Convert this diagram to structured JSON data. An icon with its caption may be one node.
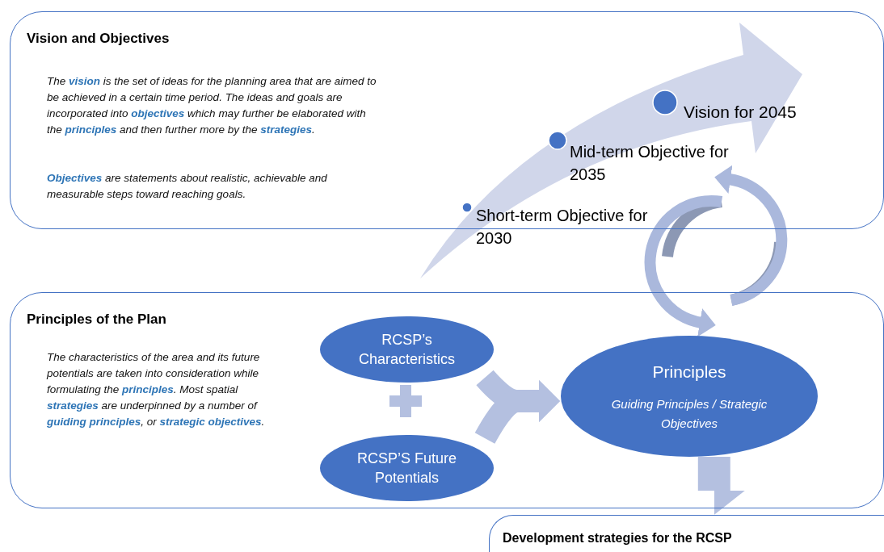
{
  "diagram": {
    "nodes": [
      {
        "text": [
          "Vision and Objectives",
          "The **vision** is the set of ideas for the planning area that are aimed to be achieved in a certain time period. The ideas and goals are incorporated into **objectives** which may further be elaborated with the **principles** and then further more by the **strategies**.",
          "**Objectives** are statements about realistic, achievable and measurable steps toward reaching goals."
        ]
      },
      {
        "text": [
          "Principles of the Plan",
          "The characteristics of the area and its future potentials are taken into consideration while formulating the **principles**. Most spatial **strategies** are underpinned by a number of **guiding principles**, or **strategic objectives**."
        ]
      },
      {
        "text": [
          "RCSP’s Characteristics"
        ],
        "in": 1
      },
      {
        "text": [
          "RCSP’S Future Potentials"
        ],
        "in": 1
      },
      {
        "text": [
          "Principles",
          "Guiding Principles / Strategic Objectives"
        ],
        "in": 1
      },
      {
        "text": [
          "Development strategies for the RCSP"
        ]
      }
    ],
    "edges": [
      {
        "from": 2,
        "to": 4,
        "arrow": "to"
      },
      {
        "from": 3,
        "to": 4,
        "arrow": "to"
      },
      {
        "from": 4,
        "to": 5,
        "arrow": "to"
      },
      {
        "from": 0,
        "to": 4,
        "arrow": "to"
      },
      {
        "from": 4,
        "to": 0,
        "arrow": "to"
      }
    ],
    "labels": [
      "Vision for 2045",
      "Mid-term Objective for 2035",
      "Short-term Objective for 2030"
    ]
  }
}
